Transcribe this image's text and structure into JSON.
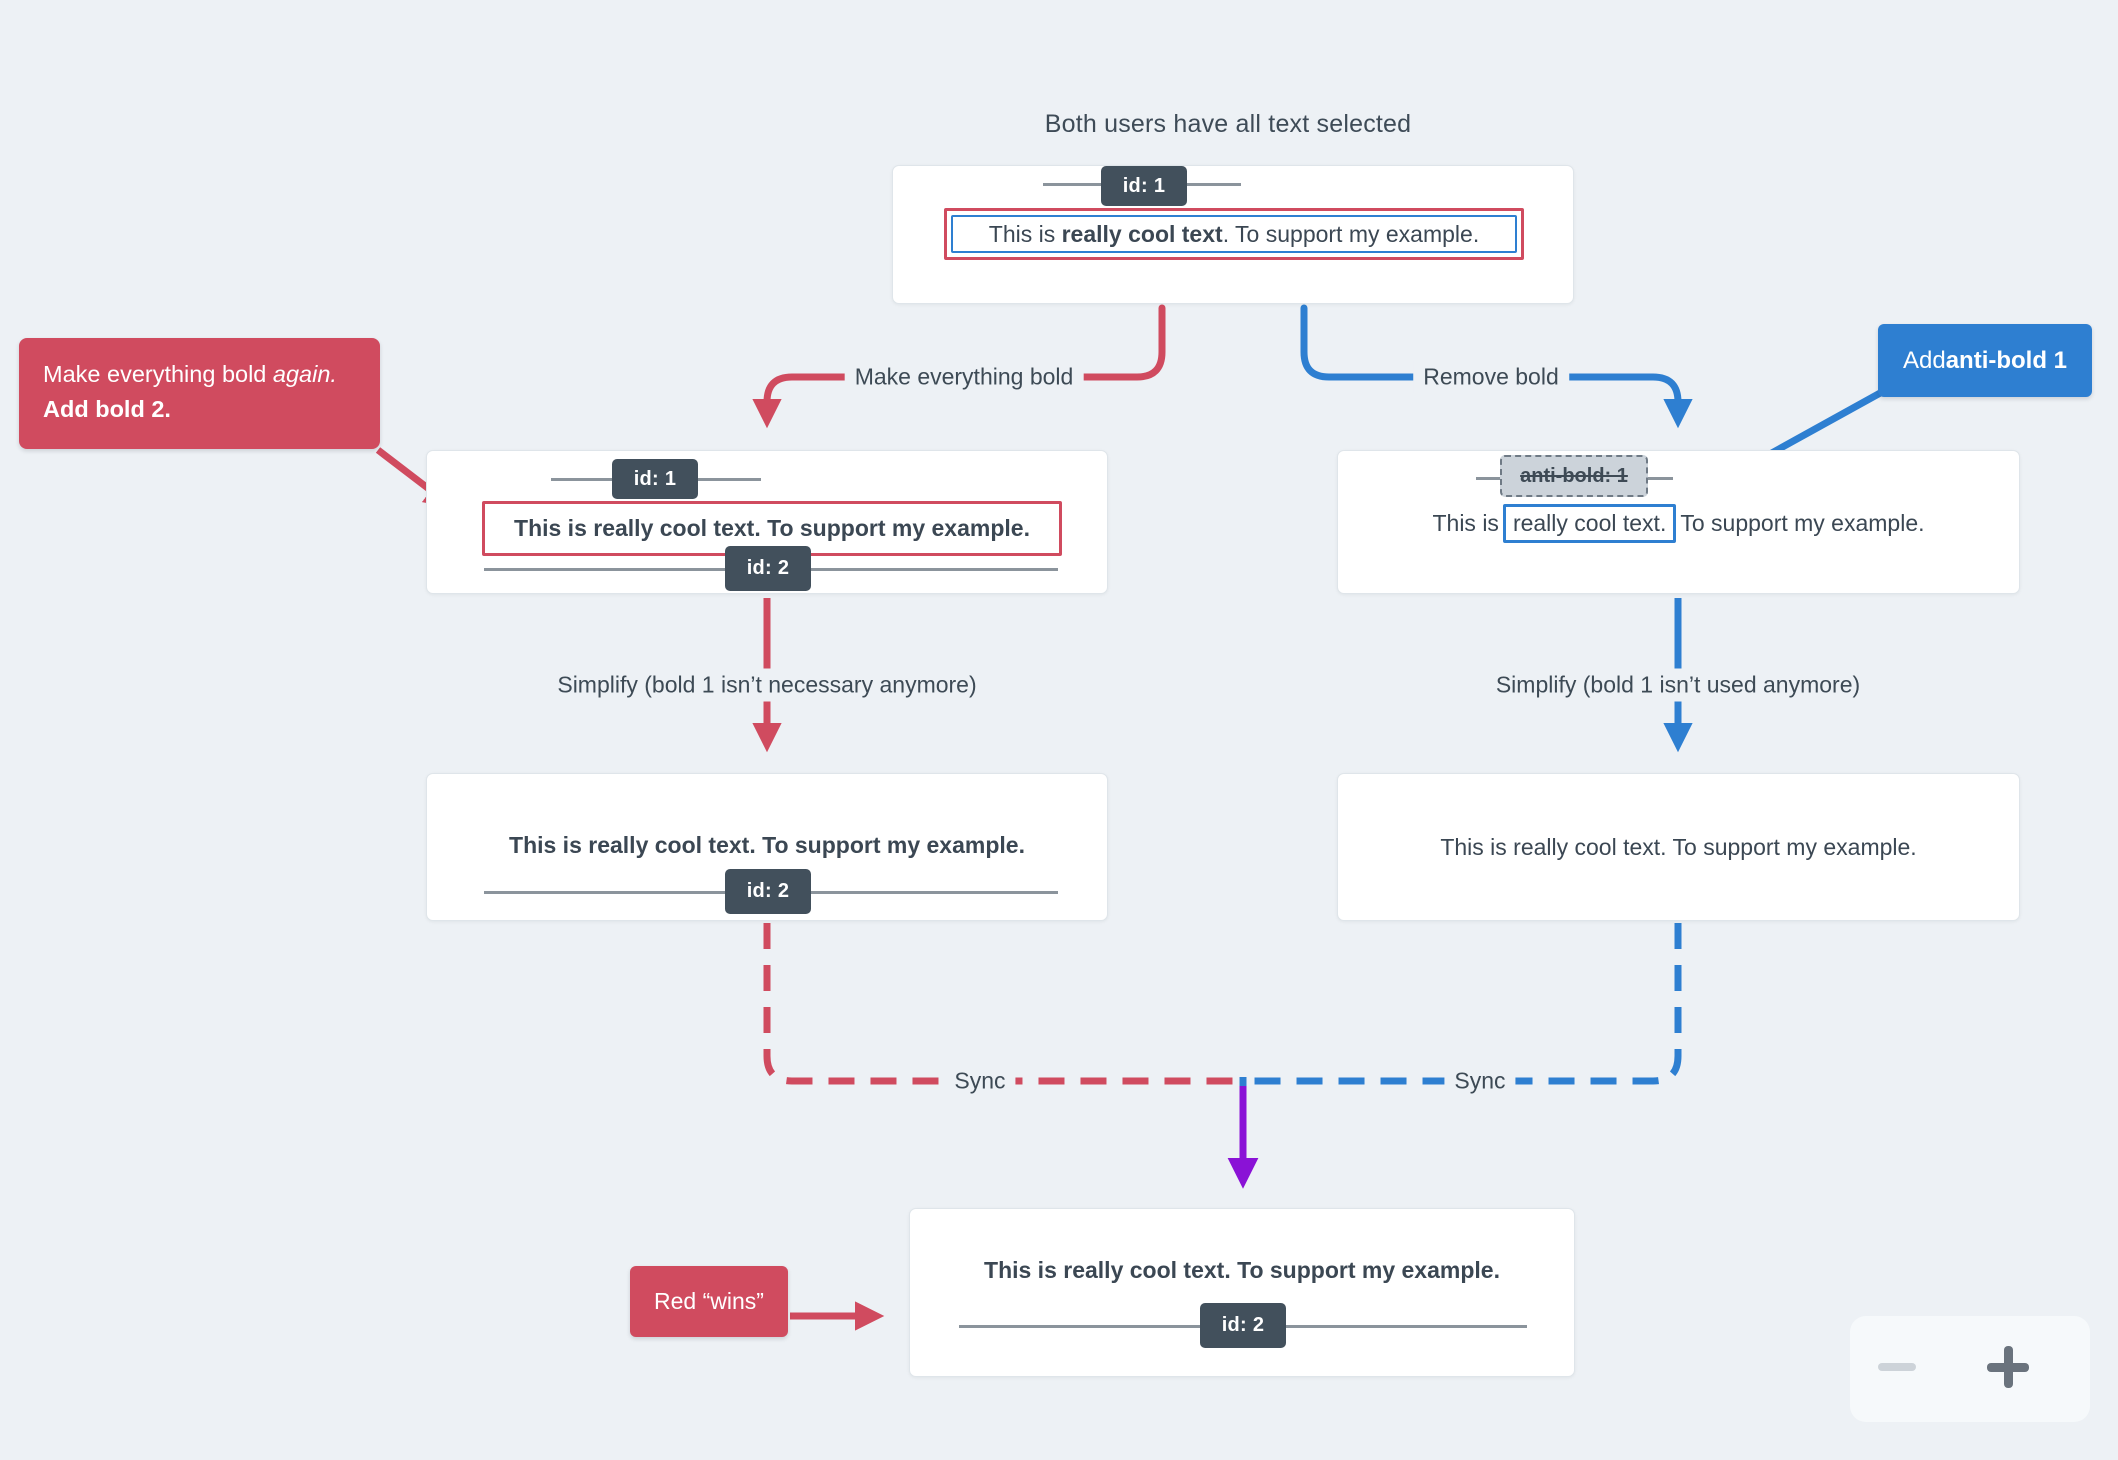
{
  "title": "Both users have all text selected",
  "colors": {
    "background": "#edf1f5",
    "red": "#d04b5f",
    "blue": "#2e7fd1",
    "purple": "#8a12d6",
    "slate_tag": "#42505c",
    "text": "#3b4753",
    "line": "#8b949c"
  },
  "cards": {
    "origin": {
      "id_tag": "id: 1",
      "text_pre": "This is ",
      "text_bold": "really cool text",
      "text_post": ". To support my example."
    },
    "red_edited": {
      "id_tag_top": "id: 1",
      "text": "This is really cool text. To support my example.",
      "id_tag_bottom": "id: 2"
    },
    "blue_edited": {
      "anti_bold_tag": "anti-bold: 1",
      "text_pre": "This is",
      "text_boxed": "really cool text.",
      "text_post": "To support my example."
    },
    "red_simplified": {
      "text": "This is really cool text. To support my example.",
      "id_tag": "id: 2"
    },
    "blue_simplified": {
      "text": "This is really cool text. To support my example."
    },
    "merged": {
      "text": "This is really cool text. To support my example.",
      "id_tag": "id: 2"
    }
  },
  "edges": {
    "make_bold": "Make everything bold",
    "remove_bold": "Remove bold",
    "simplify_red": "Simplify (bold 1 isn’t necessary anymore)",
    "simplify_blue": "Simplify (bold 1 isn’t used anymore)",
    "sync_red": "Sync",
    "sync_blue": "Sync"
  },
  "callouts": {
    "red_note_line1_pre": "Make everything bold ",
    "red_note_line1_italic": "again.",
    "red_note_line2": "Add bold 2.",
    "blue_note_pre": "Add ",
    "blue_note_bold": "anti-bold 1",
    "red_wins": "Red “wins”"
  },
  "zoom_controls": {
    "zoom_out_icon": "minus",
    "zoom_in_icon": "plus"
  }
}
